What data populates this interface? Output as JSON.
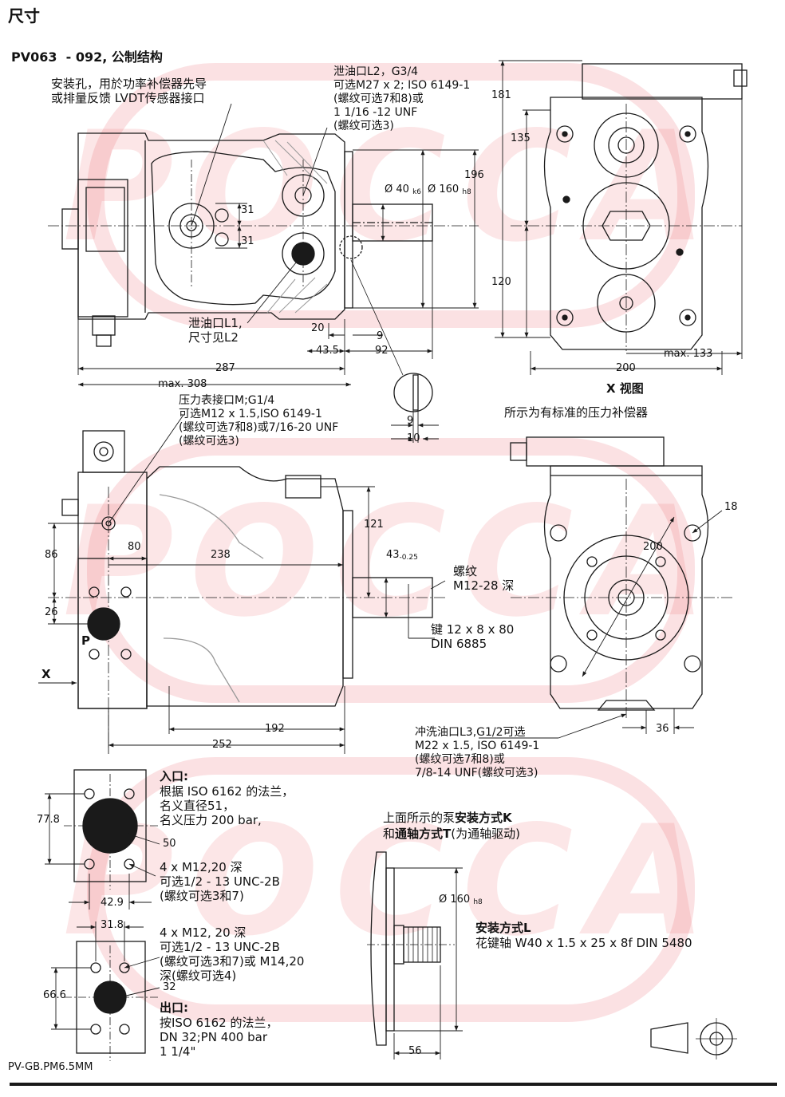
{
  "header": {
    "title": "尺寸",
    "model": "PV063  - 092, 公制结构"
  },
  "watermark": "POCCA",
  "labels": {
    "mount_hole": "安装孔，用於功率补偿器先导\n或排量反馈 LVDT传感器接口",
    "drain_l2": "泄油口L2，G3/4\n可选M27 x 2; ISO 6149-1\n(螺纹可选7和8)或\n1 1/16 -12 UNF\n(螺纹可选3)",
    "drain_l1": "泄油口L1,\n尺寸见L2",
    "gauge_m": "压力表接口M;G1/4\n可选M12 x 1.5,ISO 6149-1\n(螺纹可选7和8)或7/16-20 UNF\n(螺纹可选3)",
    "std_comp": "所示为有标准的压力补偿器",
    "x_view": "X 视图",
    "thread": "螺纹\nM12-28 深",
    "key": "键 12 x 8 x 80\nDIN 6885",
    "flush_l3": "冲洗油口L3,G1/2可选\nM22 x 1.5, ISO 6149-1\n(螺纹可选7和8)或\n7/8-14 UNF(螺纹可选3)",
    "inlet_title": "入口:",
    "inlet_body": "根据 ISO 6162 的法兰，\n名义直径51，\n名义压力 200 bar,",
    "inlet_bolts": "4 x M12,20 深\n可选1/2 - 13 UNC-2B\n(螺纹可选3和7)",
    "outlet_bolts": "4 x M12, 20 深\n可选1/2 - 13 UNC-2B\n(螺纹可选3和7)或 M14,20\n深(螺纹可选4)",
    "outlet_title": "出口:",
    "outlet_body": "按ISO 6162 的法兰，\nDN 32;PN 400 bar\n1 1/4\"",
    "mount_k_line1_a": "上面所示的泵",
    "mount_k_line1_b": "安装方式K",
    "mount_k_line2_a": "和",
    "mount_k_line2_b": "通轴方式T",
    "mount_k_line2_c": "(为通轴驱动)",
    "mount_l_title": "安装方式L",
    "mount_l_body": "花键轴 W40 x 1.5 x 25 x 8f DIN 5480",
    "port_p": "P",
    "view_x": "X",
    "footer_code": "PV-GB.PM6.5MM"
  },
  "dims": {
    "d31a": "31",
    "d31b": "31",
    "d20": "20",
    "d9": "9",
    "d43_5": "43.5",
    "d92": "92",
    "d287": "287",
    "max308": "max. 308",
    "d9b": "9",
    "d10": "10",
    "d40": "Ø 40",
    "d40_tol": "k6",
    "d160": "Ø 160",
    "d160_tol": "h8",
    "d196": "196",
    "d181": "181",
    "d135": "135",
    "d120": "120",
    "d200": "200",
    "max133": "max. 133",
    "d80": "80",
    "d238": "238",
    "d86": "86",
    "d26": "26",
    "d121": "121",
    "d43": "43",
    "d43_tol": "-0.25",
    "d192": "192",
    "d252": "252",
    "d18": "18",
    "d200b": "200",
    "d36": "36",
    "d77_8": "77.8",
    "d50": "50",
    "d42_9": "42.9",
    "d31_8": "31.8",
    "d66_6": "66.6",
    "d32": "32",
    "d160b": "Ø 160",
    "d160b_tol": "h8",
    "d56": "56"
  },
  "colors": {
    "line": "#1a1a1a",
    "watermark": "#e31b23",
    "hatch": "#999999"
  }
}
